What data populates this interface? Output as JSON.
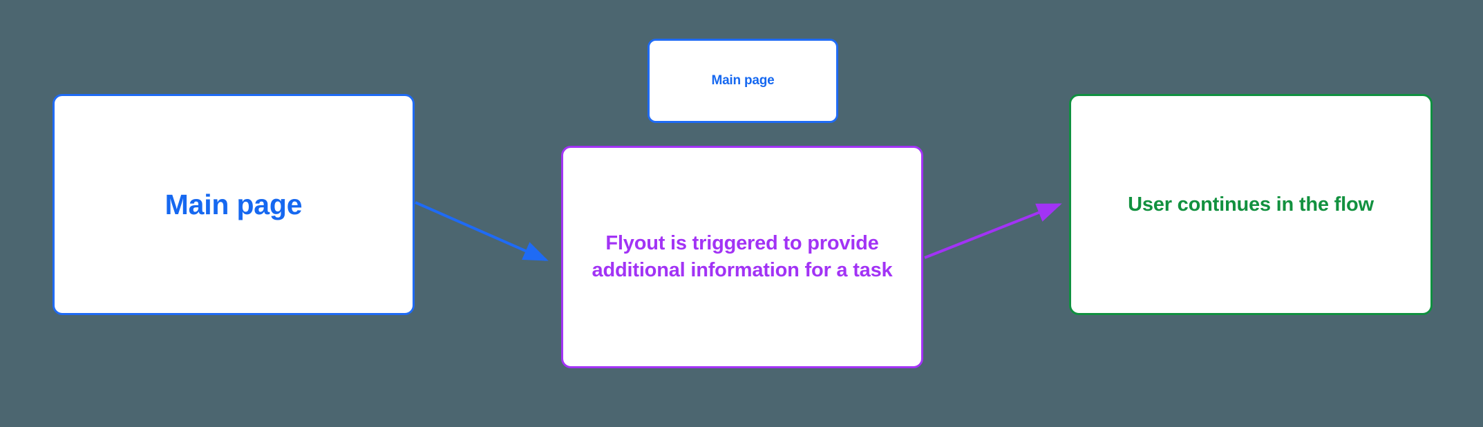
{
  "diagram": {
    "background_color": "#4c6670",
    "nodes": [
      {
        "id": "main-page",
        "label": "Main page",
        "accent_color": "#1f6bf5",
        "text_color": "#1668f0"
      },
      {
        "id": "main-page-small",
        "label": "Main page",
        "accent_color": "#1f6bf5",
        "text_color": "#1668f0"
      },
      {
        "id": "flyout",
        "label": "Flyout is triggered to provide additional information for a task",
        "accent_color": "#a233f5",
        "text_color": "#a233f5"
      },
      {
        "id": "user-continues",
        "label": "User continues in the flow",
        "accent_color": "#109040",
        "text_color": "#12913f"
      }
    ],
    "connectors": [
      {
        "id": "main-page-to-flyout",
        "color": "#1f6bf5",
        "from": "main-page",
        "to": "flyout",
        "direction": "down-right"
      },
      {
        "id": "flyout-to-user-continues",
        "color": "#a233f5",
        "from": "flyout",
        "to": "user-continues",
        "direction": "up-right"
      }
    ]
  }
}
